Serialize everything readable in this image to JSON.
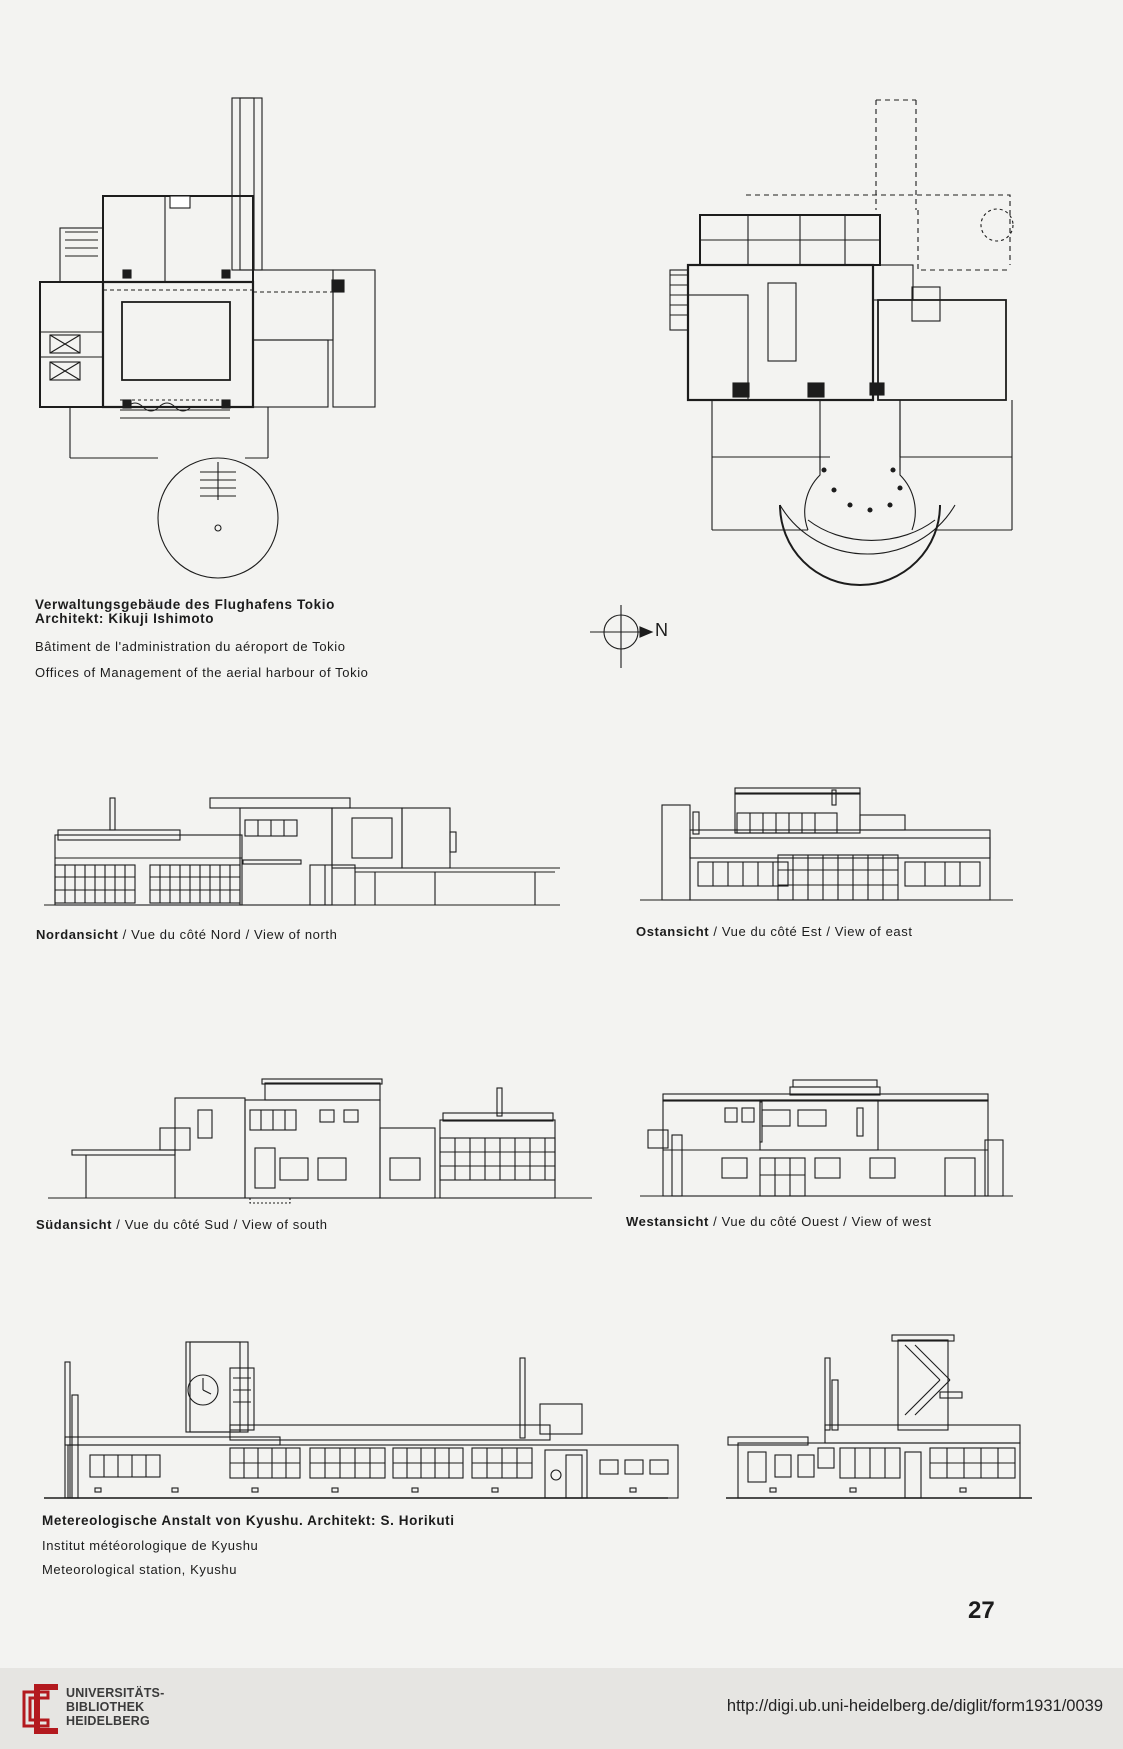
{
  "caption1": {
    "title": "Verwaltungsgebäude des Flughafens Tokio",
    "architect": "Architekt: Kikuji Ishimoto",
    "french": "Bâtiment de l'administration du aéroport de Tokio",
    "english": "Offices of Management of the aerial harbour of Tokio"
  },
  "compass_letter": "N",
  "elevations": {
    "north": {
      "bold": "Nordansicht",
      "rest": " / Vue du côté Nord / View of north"
    },
    "east": {
      "bold": "Ostansicht",
      "rest": " / Vue du côté Est / View of east"
    },
    "south": {
      "bold": "Südansicht",
      "rest": " / Vue du côté Sud / View of south"
    },
    "west": {
      "bold": "Westansicht",
      "rest": " / Vue du côté Ouest / View of west"
    }
  },
  "caption2": {
    "title": "Metereologische Anstalt von Kyushu.  Architekt: S. Horikuti",
    "french": "Institut météorologique de Kyushu",
    "english": "Meteorological station, Kyushu"
  },
  "page_number": "27",
  "footer": {
    "library_line1": "UNIVERSITÄTS-",
    "library_line2": "BIBLIOTHEK",
    "library_line3": "HEIDELBERG",
    "url": "http://digi.ub.uni-heidelberg.de/diglit/form1931/0039"
  },
  "colors": {
    "ink": "#1c1c1c",
    "paper": "#f3f3f1",
    "footer_bg": "#e6e5e2",
    "logo_red": "#b3191e"
  }
}
